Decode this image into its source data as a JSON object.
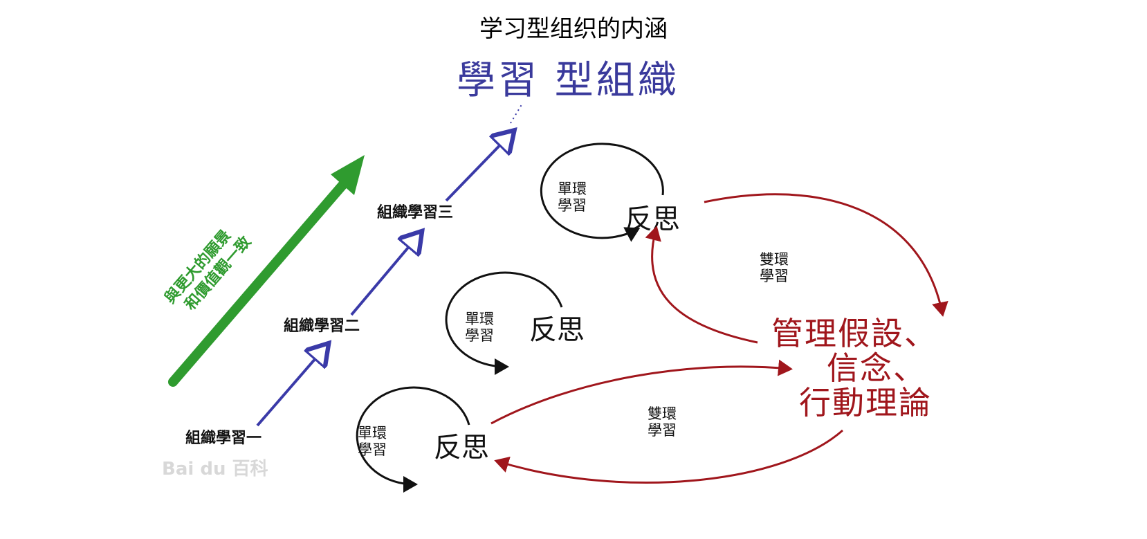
{
  "title": "学习型组织的内涵",
  "diagram": {
    "heading": "學習 型組織",
    "levels": [
      {
        "label": "組織學習一",
        "loop": [
          "單環",
          "學習"
        ],
        "reflect": "反思"
      },
      {
        "label": "組織學習二",
        "loop": [
          "單環",
          "學習"
        ],
        "reflect": "反思"
      },
      {
        "label": "組織學習三",
        "loop": [
          "單環",
          "學習"
        ],
        "reflect": "反思"
      }
    ],
    "double_loop": [
      [
        "雙環",
        "學習"
      ],
      [
        "雙環",
        "學習"
      ]
    ],
    "assumptions": [
      "管理假設、",
      "信念、",
      "行動理論"
    ],
    "growth_arrow": [
      "與更大的願景",
      "和價值觀一致"
    ],
    "watermark": "Bai du 百科",
    "colors": {
      "blue_arrow": "#3a3aa8",
      "green_arrow": "#2f9b2f",
      "red_arrow": "#a0161c",
      "loop": "#111111"
    }
  }
}
